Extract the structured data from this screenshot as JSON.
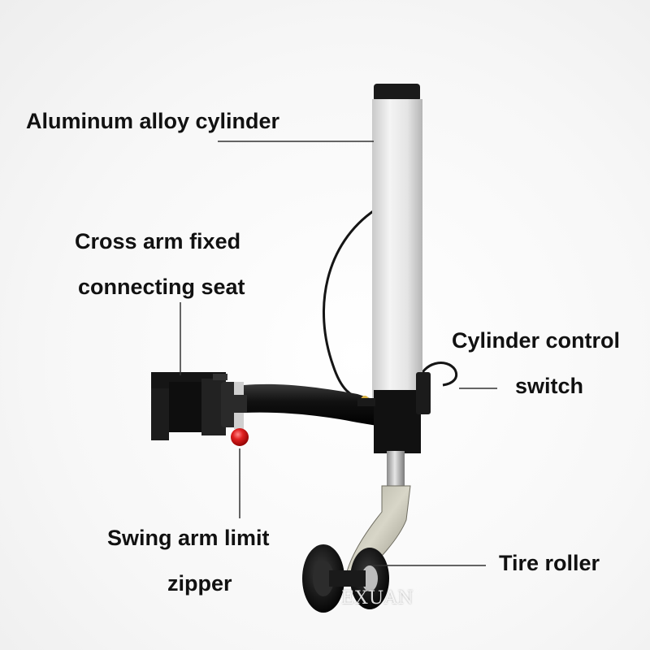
{
  "labels": {
    "cylinder": "Aluminum alloy cylinder",
    "cross_arm_line1": "Cross arm fixed",
    "cross_arm_line2": "connecting seat",
    "control_switch_line1": "Cylinder control",
    "control_switch_line2": "switch",
    "swing_arm_line1": "Swing arm limit",
    "swing_arm_line2": "zipper",
    "tire_roller": "Tire roller"
  },
  "watermark": "EXUAN",
  "colors": {
    "label_text": "#111111",
    "leader_line": "#333333",
    "cylinder_body": "#e8e8e8",
    "metal_dark": "#1a1a1a",
    "limit_knob": "#d41a1a"
  }
}
